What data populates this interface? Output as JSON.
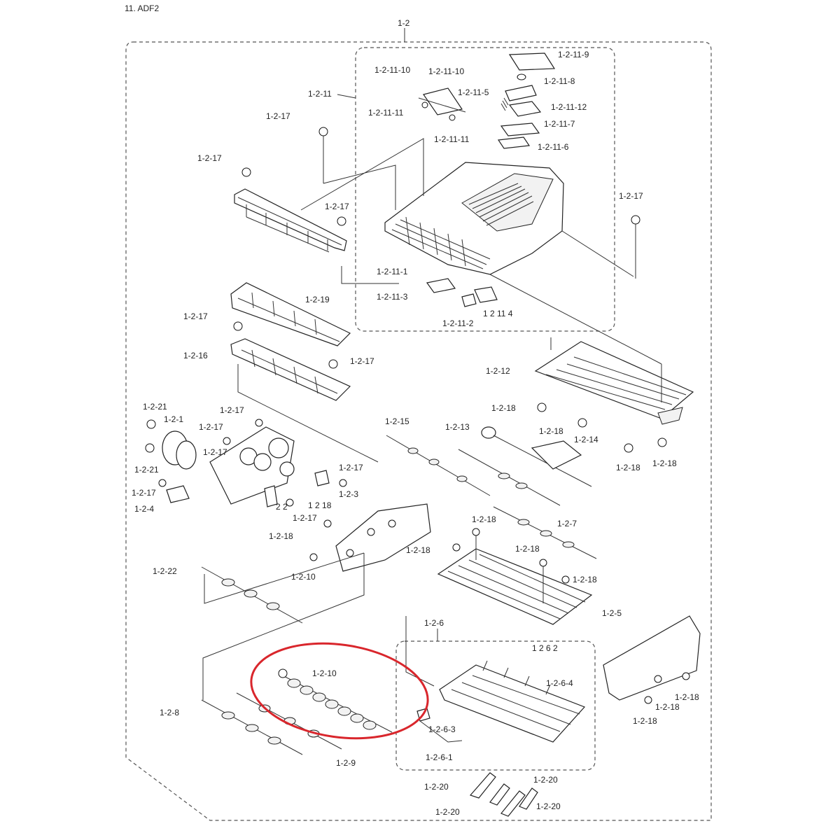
{
  "page": {
    "section_title": "11. ADF2"
  },
  "highlight": {
    "color": "#d9262c",
    "target": "1-2-10"
  },
  "labels": [
    "1-2",
    "1-2-11-9",
    "1-2-11-10",
    "1-2-11-10",
    "1-2-11-8",
    "1-2-11-5",
    "1-2-11-12",
    "1-2-11-11",
    "1-2-11-7",
    "1-2-11-11",
    "1-2-11-6",
    "1-2-11",
    "1-2-17",
    "1-2-17",
    "1-2-17",
    "1-2-17",
    "1-2-11-1",
    "1-2-11-3",
    "1 2 11 4",
    "1-2-11-2",
    "1-2-19",
    "1-2-17",
    "1-2-16",
    "1-2-17",
    "1-2-12",
    "1-2-18",
    "1-2-18",
    "1-2-14",
    "1-2-18",
    "1-2-18",
    "1-2-21",
    "1-2-1",
    "1-2-17",
    "1-2-17",
    "1-2-17",
    "1-2-21",
    "1-2-15",
    "1-2-13",
    "1-2-17",
    "1-2-4",
    "1-2-17",
    "1-2-3",
    "2 2",
    "1 2 18",
    "1-2-17",
    "1-2-18",
    "1-2-18",
    "1-2-7",
    "1-2-18",
    "1-2-18",
    "1-2-18",
    "1-2-22",
    "1-2-10",
    "1-2-5",
    "1-2-6",
    "1 2 6 2",
    "1-2-6-4",
    "1-2-10",
    "1-2-8",
    "1-2-6-3",
    "1-2-6-1",
    "1-2-9",
    "1-2-18",
    "1-2-18",
    "1-2-18",
    "1-2-20",
    "1-2-20",
    "1-2-20",
    "1-2-20"
  ]
}
